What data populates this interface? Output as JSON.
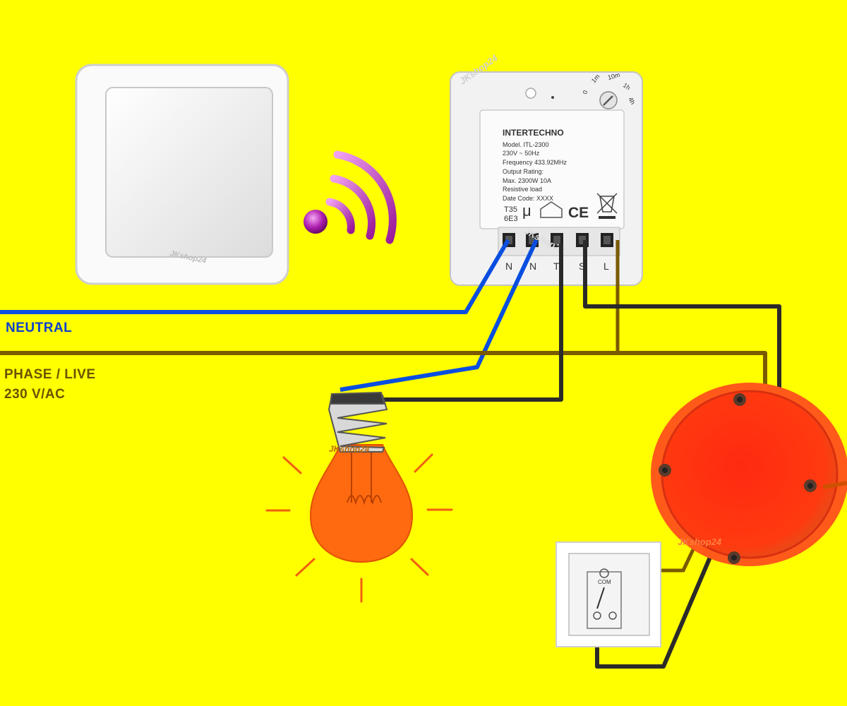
{
  "labels": {
    "neutral": "NEUTRAL",
    "phase": "PHASE / LIVE",
    "voltage": "230 V/AC"
  },
  "module": {
    "brand": "INTERTECHNO",
    "model": "Model. ITL-2300",
    "power": "230V ~ 50Hz",
    "frequency": "Frequency 433.92MHz",
    "output_rating": "Output Rating:",
    "max": "Max. 2300W   10A",
    "load": "Resistive load",
    "date_code": "Date Code: XXXX",
    "t35": "T35",
    "code_6e3": "6E3",
    "mu": "μ",
    "ce": "CE",
    "timer_labels": [
      "0",
      "1m",
      "10m",
      "1h",
      "4h"
    ],
    "terminals": [
      "N",
      "N",
      "T",
      "S",
      "L"
    ]
  },
  "watermark": "JKshop24",
  "switch_box": {
    "com": "COM"
  },
  "colors": {
    "background": "#ffff00",
    "neutral_wire": "#0a4ee0",
    "phase_wire": "#7a5a00",
    "black_wire": "#2a2a2a",
    "neutral_label": "#0a3fd0",
    "phase_label": "#6b5200",
    "bulb": "#ff6a10",
    "junction_box": "#ff2a10",
    "signal": "#b020b0"
  },
  "icons": [
    "wireless-signal-icon",
    "disposal-bin-icon",
    "house-icon",
    "light-rays-icon"
  ]
}
